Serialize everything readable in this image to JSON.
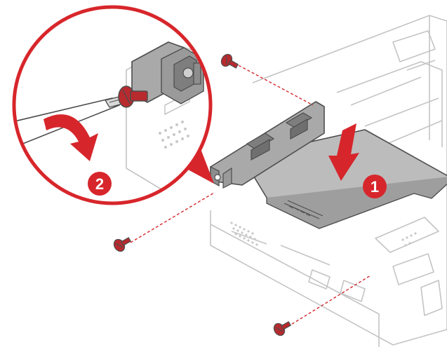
{
  "figure": {
    "callouts": [
      {
        "number": "1",
        "meaning": "press-down-arrow"
      },
      {
        "number": "2",
        "meaning": "rotate-screwdriver-arrow"
      }
    ],
    "parts": {
      "card": "pci-express-card",
      "chassis": "computer-chassis",
      "tool": "screwdriver",
      "screws": [
        "screw-top",
        "screw-left",
        "screw-bottom",
        "screw-magnified"
      ]
    },
    "colors": {
      "accent": "#d7262b",
      "screw": "#b72a2e",
      "line": "#4d4d4d",
      "chassis_line": "#bdbdbd",
      "card_fill": "#bcbcbc",
      "callout_text": "#ffffff"
    }
  }
}
